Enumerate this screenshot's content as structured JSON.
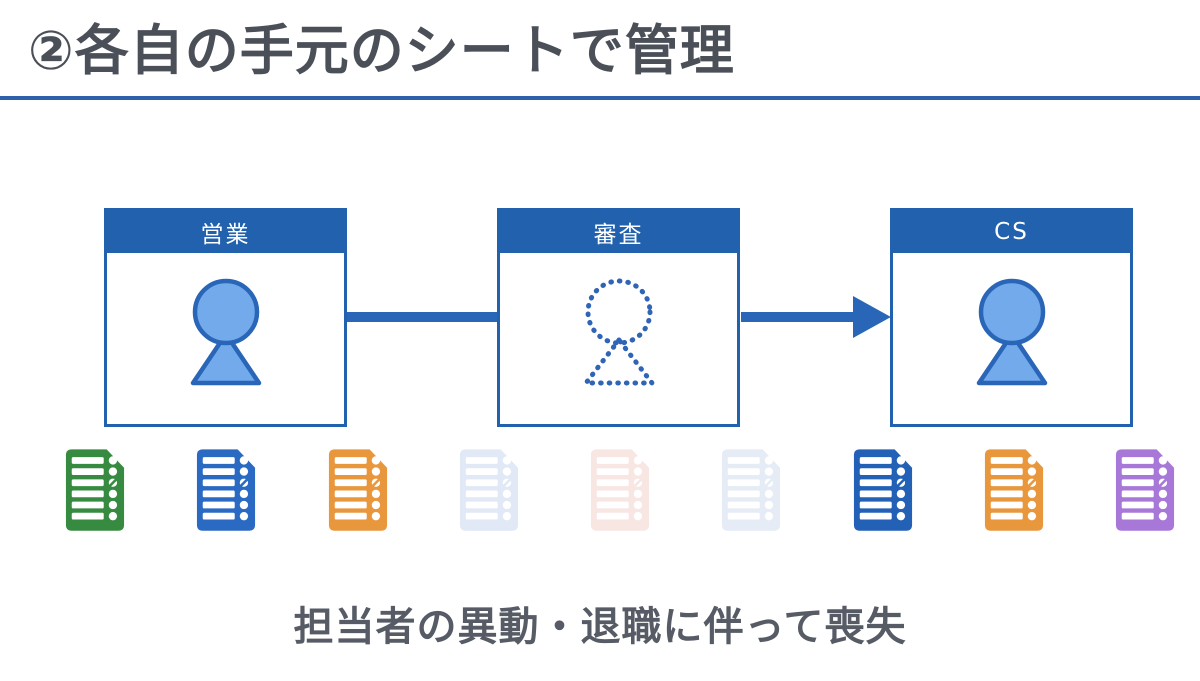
{
  "slide": {
    "background": "#ffffff"
  },
  "title": {
    "text": "②各自の手元のシートで管理",
    "color": "#4a4f58",
    "rule_color": "#2e61a9"
  },
  "flow": {
    "header_color": "#2161ae",
    "border_color": "#2161ae",
    "connector_color": "#2a66b8",
    "person_fill": "#72aaec",
    "person_stroke": "#2a66b8",
    "boxes": [
      {
        "label": "営業",
        "person_style": "solid"
      },
      {
        "label": "審査",
        "person_style": "dotted"
      },
      {
        "label": "CS",
        "person_style": "solid"
      }
    ],
    "connectors": [
      {
        "type": "line"
      },
      {
        "type": "arrow-right"
      }
    ]
  },
  "sheets": {
    "items": [
      {
        "name": "sheet-icon-green",
        "color": "#378b40",
        "opacity": 1
      },
      {
        "name": "sheet-icon-blue",
        "color": "#2b6ac3",
        "opacity": 1
      },
      {
        "name": "sheet-icon-orange",
        "color": "#e9973d",
        "opacity": 1
      },
      {
        "name": "sheet-icon-faded-blue",
        "color": "#4a7dc9",
        "opacity": 0.16
      },
      {
        "name": "sheet-icon-faded-red",
        "color": "#d96a55",
        "opacity": 0.16
      },
      {
        "name": "sheet-icon-faded-gray-blue",
        "color": "#7fa3cf",
        "opacity": 0.2
      },
      {
        "name": "sheet-icon-blue-2",
        "color": "#2261b5",
        "opacity": 1
      },
      {
        "name": "sheet-icon-orange-2",
        "color": "#e9973d",
        "opacity": 1
      },
      {
        "name": "sheet-icon-purple",
        "color": "#a878d8",
        "opacity": 1
      }
    ]
  },
  "caption": {
    "text": "担当者の異動・退職に伴って喪失",
    "color": "#565b65"
  }
}
